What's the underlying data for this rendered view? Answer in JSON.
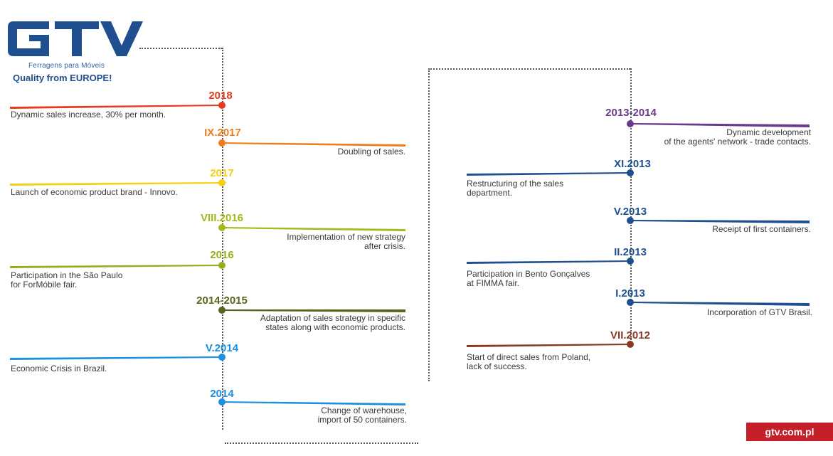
{
  "brand": {
    "logo_text": "GTV",
    "tagline": "Ferragens para Móveis",
    "slogan": "Quality from EUROPE!",
    "website": "gtv.com.pl",
    "colors": {
      "logo": "#1f4f8f",
      "badge": "#c52029"
    }
  },
  "timeline_left": [
    {
      "year": "2018",
      "text": "Dynamic sales increase, 30% per month.",
      "color": "#e8391f"
    },
    {
      "year": "IX.2017",
      "text": "Doubling of sales.",
      "color": "#f07d1a"
    },
    {
      "year": "2017",
      "text": "Launch of economic product brand - Innovo.",
      "color": "#f4cf12"
    },
    {
      "year": "VIII.2016",
      "text": "Implementation of new strategy\nafter  crisis.",
      "color": "#a6b81a"
    },
    {
      "year": "2016",
      "text": "Participation in the São Paulo\nfor ForMóbile fair.",
      "color": "#98ad1e"
    },
    {
      "year": "2014-2015",
      "text": "Adaptation of sales strategy in specific\nstates along with economic products.",
      "color": "#59651a"
    },
    {
      "year": "V.2014",
      "text": "Economic Crisis in Brazil.",
      "color": "#1b8fe0"
    },
    {
      "year": "2014",
      "text": "Change of warehouse,\nimport of 50 containers.",
      "color": "#1b8fe0"
    }
  ],
  "timeline_right": [
    {
      "year": "2013-2014",
      "text": "Dynamic development\nof the agents' network - trade contacts.",
      "color": "#6a3a8c"
    },
    {
      "year": "XI.2013",
      "text": "Restructuring of the sales\ndepartment.",
      "color": "#1f4f8f"
    },
    {
      "year": "V.2013",
      "text": "Receipt of first containers.",
      "color": "#1f4f8f"
    },
    {
      "year": "II.2013",
      "text": "Participation in Bento Gonçalves\nat FIMMA fair.",
      "color": "#1f4f8f"
    },
    {
      "year": "I.2013",
      "text": "Incorporation of GTV Brasil.",
      "color": "#1f4f8f"
    },
    {
      "year": "VII.2012",
      "text": "Start of direct sales from Poland,\nlack of success.",
      "color": "#8a3a22"
    }
  ]
}
